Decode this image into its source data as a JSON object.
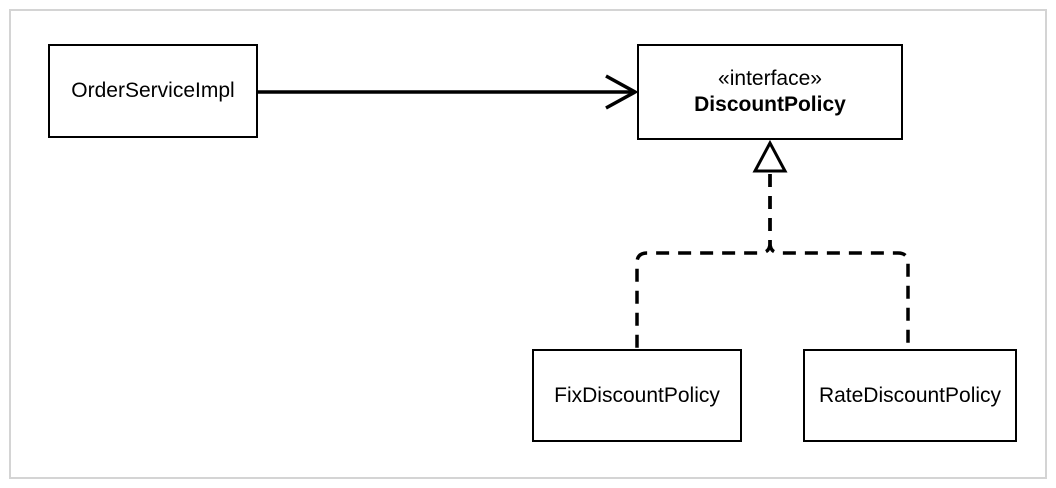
{
  "diagram": {
    "kind": "uml-class-diagram",
    "nodes": {
      "order_service": {
        "name": "OrderServiceImpl"
      },
      "discount_policy": {
        "stereotype": "«interface»",
        "name": "DiscountPolicy"
      },
      "fix_discount": {
        "name": "FixDiscountPolicy"
      },
      "rate_discount": {
        "name": "RateDiscountPolicy"
      }
    },
    "edges": [
      {
        "from": "OrderServiceImpl",
        "to": "DiscountPolicy",
        "type": "dependency",
        "style": "solid-open-arrow"
      },
      {
        "from": "FixDiscountPolicy",
        "to": "DiscountPolicy",
        "type": "realization",
        "style": "dashed-hollow-triangle"
      },
      {
        "from": "RateDiscountPolicy",
        "to": "DiscountPolicy",
        "type": "realization",
        "style": "dashed-hollow-triangle"
      }
    ],
    "colors": {
      "stroke": "#000000",
      "background": "#ffffff",
      "frame_border": "#d4d4d4"
    }
  }
}
